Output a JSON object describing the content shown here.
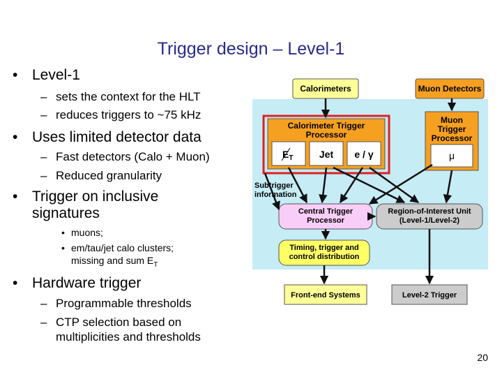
{
  "title": "Trigger design – Level-1",
  "bullets": {
    "level1": "Level-1",
    "sets_context": "sets the context for the HLT",
    "reduces": "reduces triggers to ~75 kHz",
    "uses_limited": "Uses limited detector data",
    "fast_detectors": "Fast detectors (Calo + Muon)",
    "reduced_gran": "Reduced granularity",
    "trigger_incl_1": "Trigger on inclusive",
    "trigger_incl_2": "signatures",
    "muons": "muons;",
    "calo_1": "em/tau/jet calo clusters;",
    "calo_2": "missing and sum E",
    "calo_sub": "T",
    "hardware": "Hardware trigger",
    "prog": "Programmable thresholds",
    "ctp_1": "CTP selection based on",
    "ctp_2": "multiplicities and thresholds"
  },
  "diagram": {
    "calorimeters": "Calorimeters",
    "muon_detectors": "Muon Detectors",
    "calo_proc_1": "Calorimeter Trigger",
    "calo_proc_2": "Processor",
    "et_main": "E",
    "et_sub": "T",
    "jet": "Jet",
    "egamma": "e / γ",
    "muon_proc_1": "Muon",
    "muon_proc_2": "Trigger",
    "muon_proc_3": "Processor",
    "mu": "μ",
    "subtrigger_1": "Subtrigger",
    "subtrigger_2": "information",
    "ctp_1": "Central Trigger",
    "ctp_2": "Processor",
    "roi_1": "Region-of-Interest Unit",
    "roi_2": "(Level-1/Level-2)",
    "timing_1": "Timing, trigger and",
    "timing_2": "control distribution",
    "frontend": "Front-end Systems",
    "level2": "Level-2 Trigger"
  },
  "colors": {
    "title": "#2a2a8a",
    "cyan_region": "#c6ecf5",
    "red_frame": "#e02020",
    "box_red": "#f5a020",
    "yellow": "#ffff66",
    "pink": "#f8cef8",
    "grey": "#cccccc"
  },
  "page_number": "20"
}
